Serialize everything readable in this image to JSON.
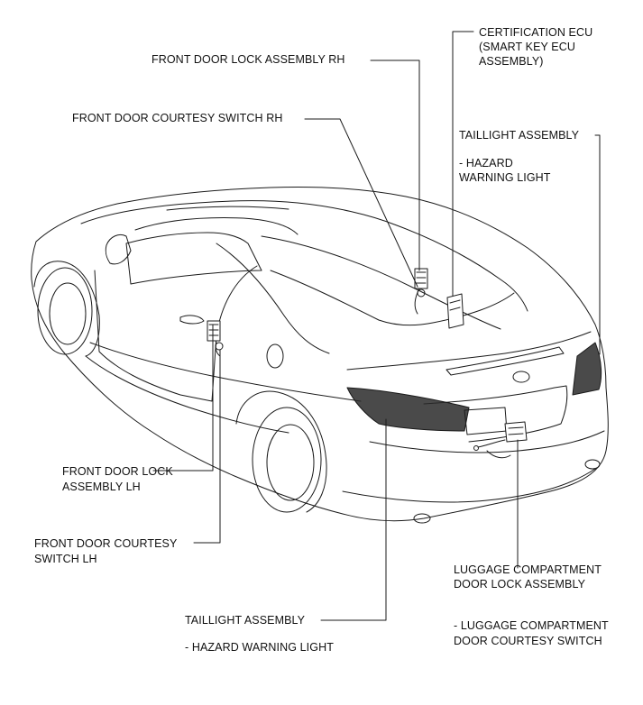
{
  "callouts": {
    "front_door_lock_rh": {
      "line1": "FRONT DOOR LOCK ASSEMBLY RH"
    },
    "front_door_courtesy_rh": {
      "line1": "FRONT DOOR COURTESY SWITCH RH"
    },
    "certification_ecu": {
      "line1": "CERTIFICATION ECU",
      "line2": "(SMART KEY ECU",
      "line3": "ASSEMBLY)"
    },
    "taillight_rh": {
      "line1": "TAILLIGHT ASSEMBLY",
      "sub1": "- HAZARD",
      "sub2": "WARNING LIGHT"
    },
    "front_door_lock_lh": {
      "line1": "FRONT DOOR LOCK",
      "line2": "ASSEMBLY LH"
    },
    "front_door_courtesy_lh": {
      "line1": "FRONT DOOR COURTESY",
      "line2": "SWITCH LH"
    },
    "taillight_lh": {
      "line1": "TAILLIGHT ASSEMBLY",
      "sub1": "- HAZARD WARNING LIGHT"
    },
    "luggage_lock": {
      "line1": "LUGGAGE COMPARTMENT",
      "line2": "DOOR LOCK ASSEMBLY"
    },
    "luggage_courtesy": {
      "line1": "- LUGGAGE COMPARTMENT",
      "line2": "DOOR COURTESY SWITCH"
    }
  },
  "colors": {
    "line": "#1a1a1a",
    "light_line": "#555555",
    "background": "#ffffff"
  }
}
